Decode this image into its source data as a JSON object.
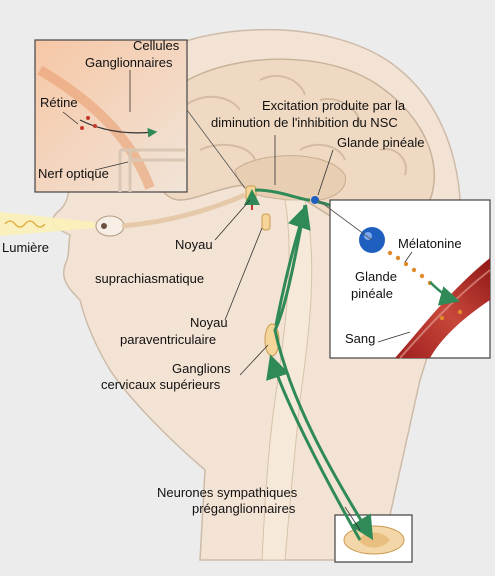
{
  "labels": {
    "cellules": "Cellules",
    "ganglionnaires": "Ganglionnaires",
    "retine": "Rétine",
    "nerf_optique": "Nerf optique",
    "excitation_1": "Excitation produite par la",
    "excitation_2": "diminution de l'inhibition du NSC",
    "glande_pineale_top": "Glande pinéale",
    "lumiere": "Lumière",
    "noyau_sc_1": "Noyau",
    "noyau_sc_2": "suprachiasmatique",
    "melatonine": "Mélatonine",
    "glande_inset_1": "Glande",
    "glande_inset_2": "pinéale",
    "sang": "Sang",
    "noyau_pv_1": "Noyau",
    "noyau_pv_2": "paraventriculaire",
    "ganglions_1": "Ganglions",
    "ganglions_2": "cervicaux supérieurs",
    "neurones_1": "Neurones sympathiques",
    "neurones_2": "préganglionnaires"
  },
  "colors": {
    "pathway": "#2f8a57",
    "skin": "#f3e3d4",
    "brain": "#efd9c2",
    "retina": "#f2b48c",
    "pineal_gland": "#1e5fbf",
    "vessel": "#c0392b",
    "melatonin": "#e08a2b"
  }
}
